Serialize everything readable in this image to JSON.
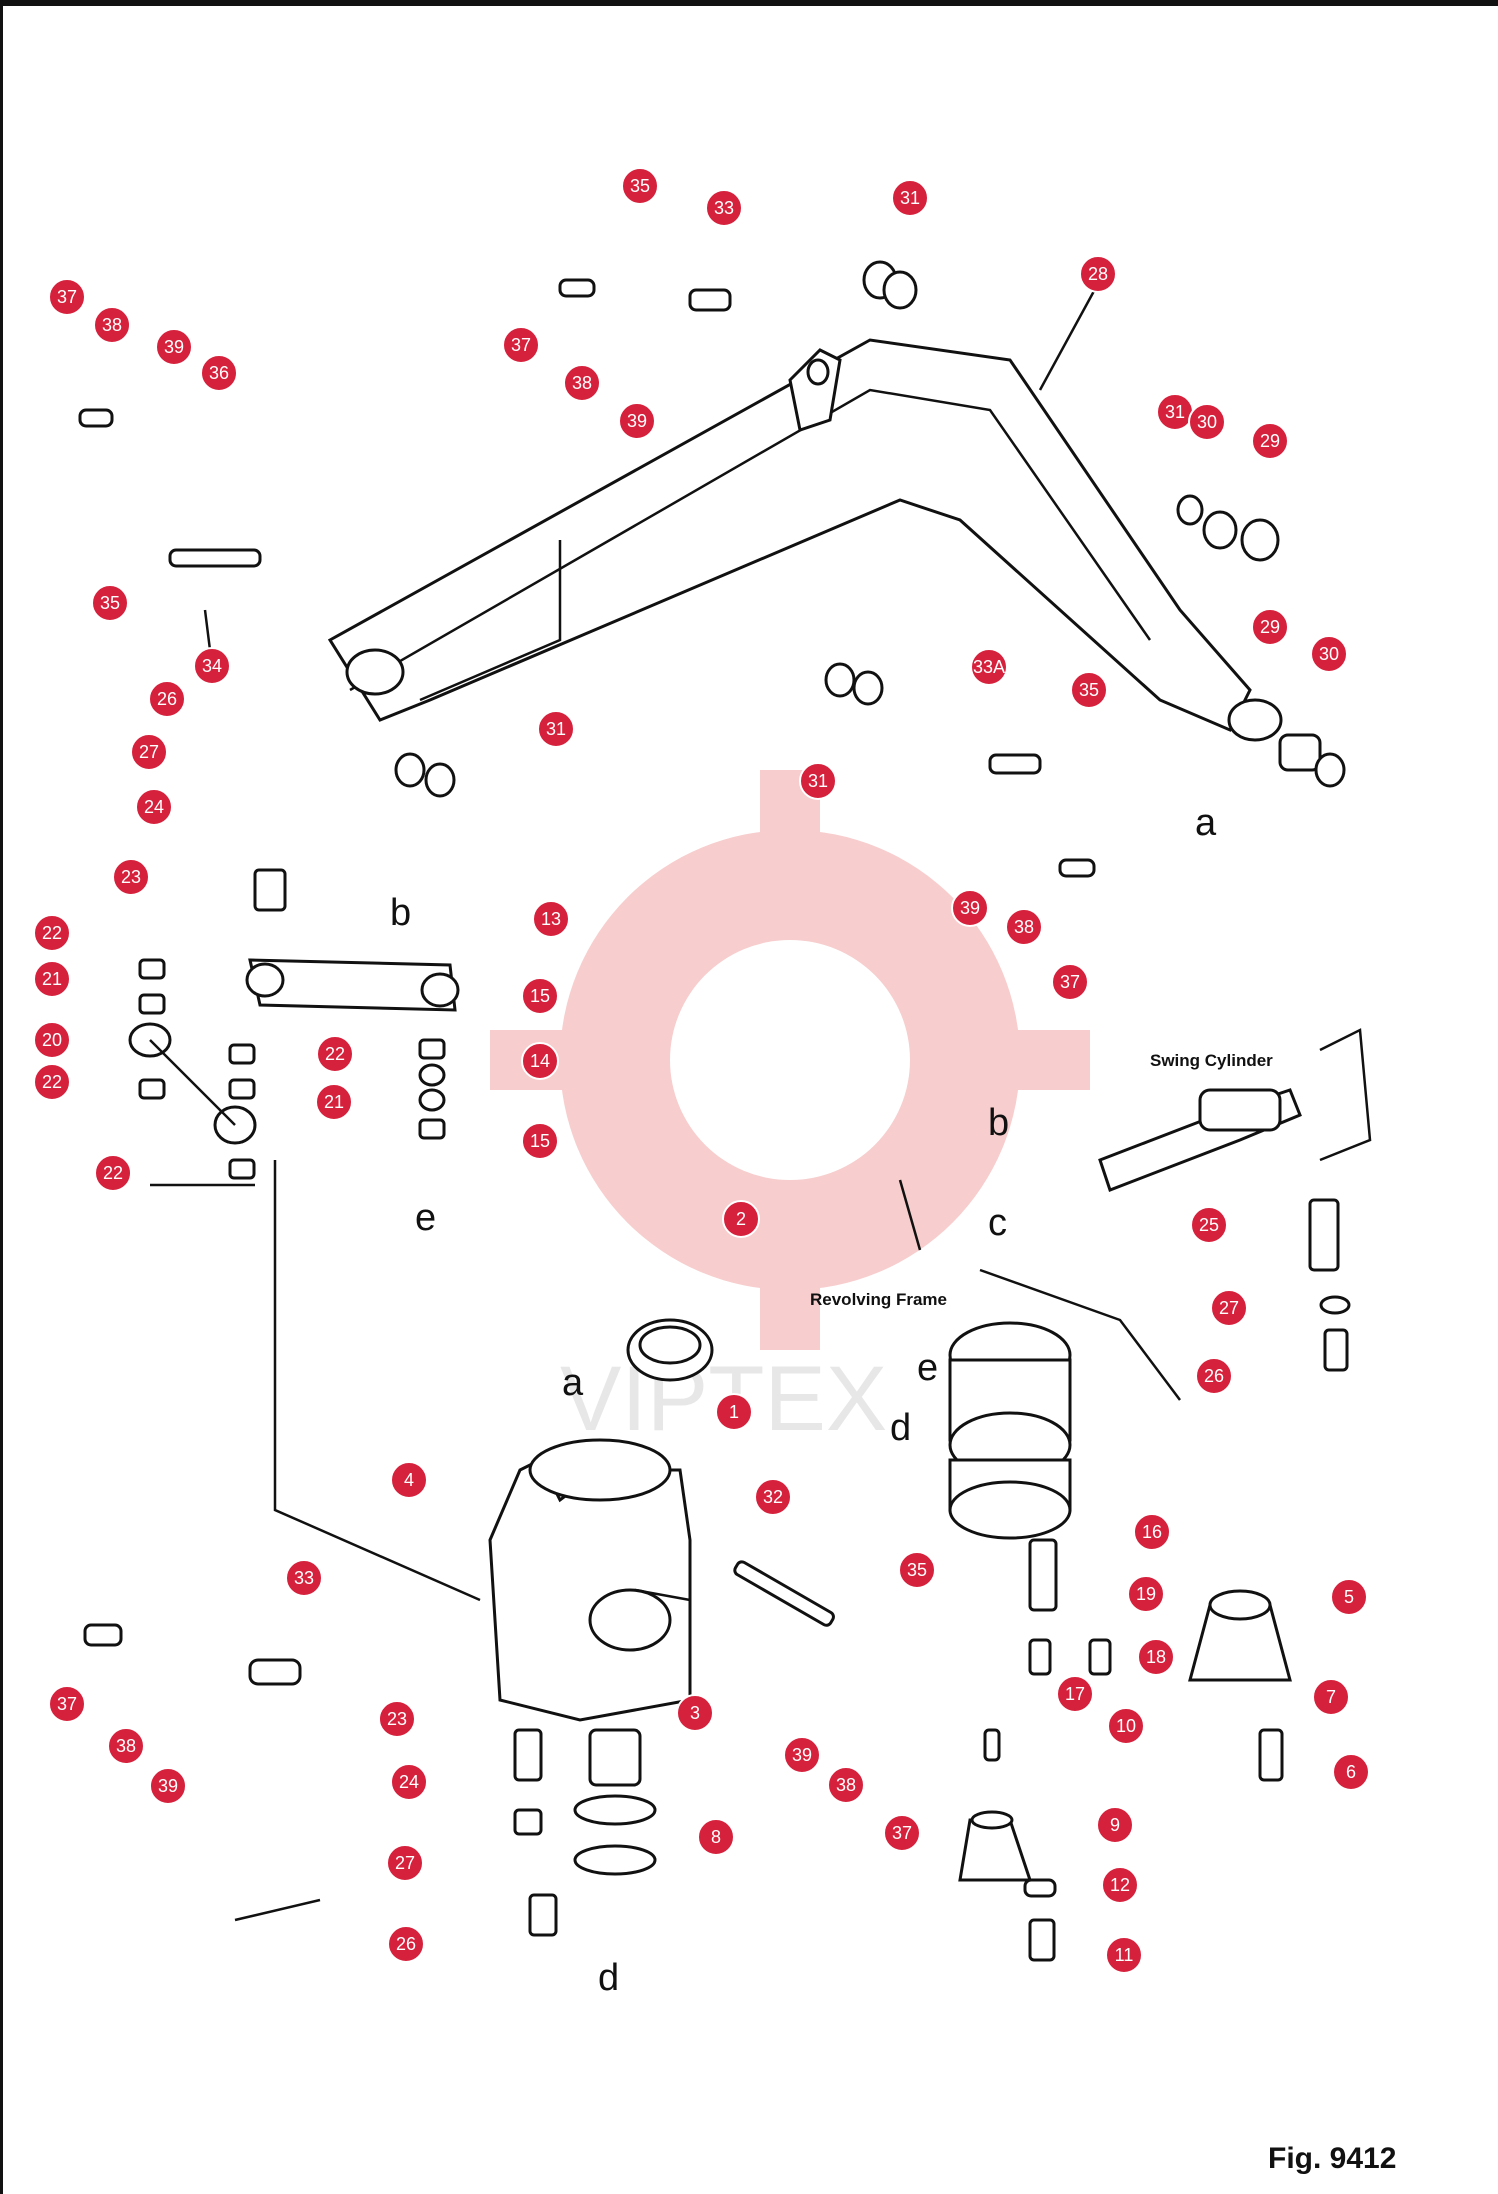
{
  "figure": {
    "label": "Fig. 9412",
    "annotations": {
      "swing_cylinder": "Swing Cylinder",
      "revolving_frame": "Revolving Frame"
    },
    "letters": [
      "a",
      "b",
      "c",
      "d",
      "e"
    ]
  },
  "watermark": {
    "text": "VIPTEX"
  },
  "colors": {
    "callout": "#d6213c",
    "line": "#111111",
    "watermark": "#f7c8c8"
  },
  "callouts": [
    "35",
    "33",
    "31",
    "37",
    "38",
    "39",
    "36",
    "28",
    "37",
    "38",
    "39",
    "31",
    "30",
    "29",
    "35",
    "34",
    "31",
    "29",
    "30",
    "33A",
    "35",
    "31",
    "26",
    "27",
    "24",
    "23",
    "39",
    "38",
    "37",
    "13",
    "22",
    "21",
    "15",
    "20",
    "22",
    "14",
    "22",
    "21",
    "15",
    "22",
    "2",
    "25",
    "27",
    "26",
    "1",
    "4",
    "32",
    "35",
    "33",
    "16",
    "5",
    "19",
    "18",
    "17",
    "7",
    "37",
    "38",
    "39",
    "3",
    "39",
    "38",
    "37",
    "23",
    "24",
    "27",
    "26",
    "8",
    "10",
    "9",
    "6",
    "12",
    "11"
  ]
}
